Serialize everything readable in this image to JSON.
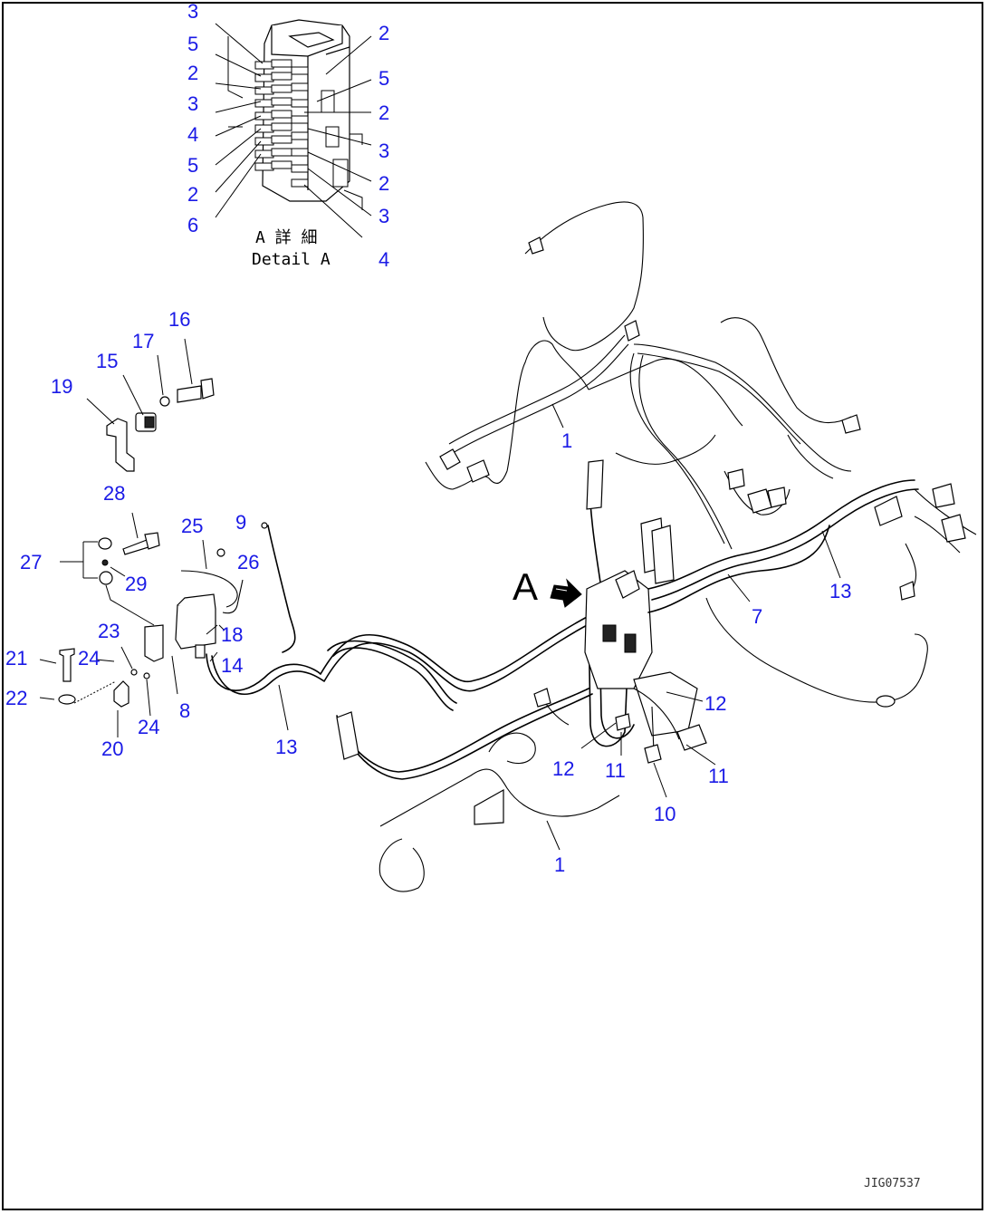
{
  "detail": {
    "title_jp": "A 詳 細",
    "title_en": "Detail A",
    "callouts": [
      "3",
      "5",
      "2",
      "3",
      "4",
      "5",
      "2",
      "6",
      "2",
      "5",
      "2",
      "3",
      "2",
      "3",
      "4"
    ]
  },
  "view_arrow_label": "A",
  "callouts": [
    "16",
    "17",
    "15",
    "19",
    "28",
    "25",
    "9",
    "27",
    "29",
    "26",
    "23",
    "18",
    "21",
    "24",
    "14",
    "22",
    "8",
    "24",
    "20",
    "13",
    "1",
    "7",
    "13",
    "12",
    "12",
    "11",
    "11",
    "10",
    "1"
  ],
  "drawing_code": "JIG07537",
  "colors": {
    "callout": "#1a1ae6",
    "line": "#000000"
  }
}
